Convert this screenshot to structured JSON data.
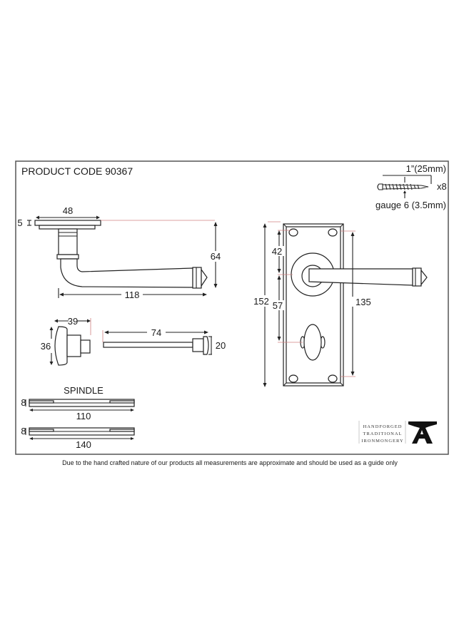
{
  "title": "PRODUCT CODE 90367",
  "lever_side": {
    "width": "48",
    "thickness": "5",
    "projection": "64",
    "length": "118"
  },
  "thumbturn": {
    "width": "39",
    "height": "36"
  },
  "release": {
    "length": "74",
    "diameter": "20"
  },
  "spindle": {
    "label": "SPINDLE",
    "size": "8",
    "short_length": "110",
    "long_length": "140",
    "size2": "8"
  },
  "backplate": {
    "height": "152",
    "to_spindle": "42",
    "spindle_to_turn": "57",
    "fixing_centres": "135"
  },
  "screws": {
    "length": "1”(25mm)",
    "quantity": "x8",
    "gauge": "gauge 6 (3.5mm)"
  },
  "logo": {
    "line1": "HANDFORGED",
    "line2": "TRADITIONAL",
    "line3": "IRONMONGERY"
  },
  "footer": "Due to the hand crafted nature of our products all measurements are approximate and should be used as a guide only",
  "colors": {
    "line": "#222222",
    "guide": "#d08080",
    "frame": "#555555"
  }
}
